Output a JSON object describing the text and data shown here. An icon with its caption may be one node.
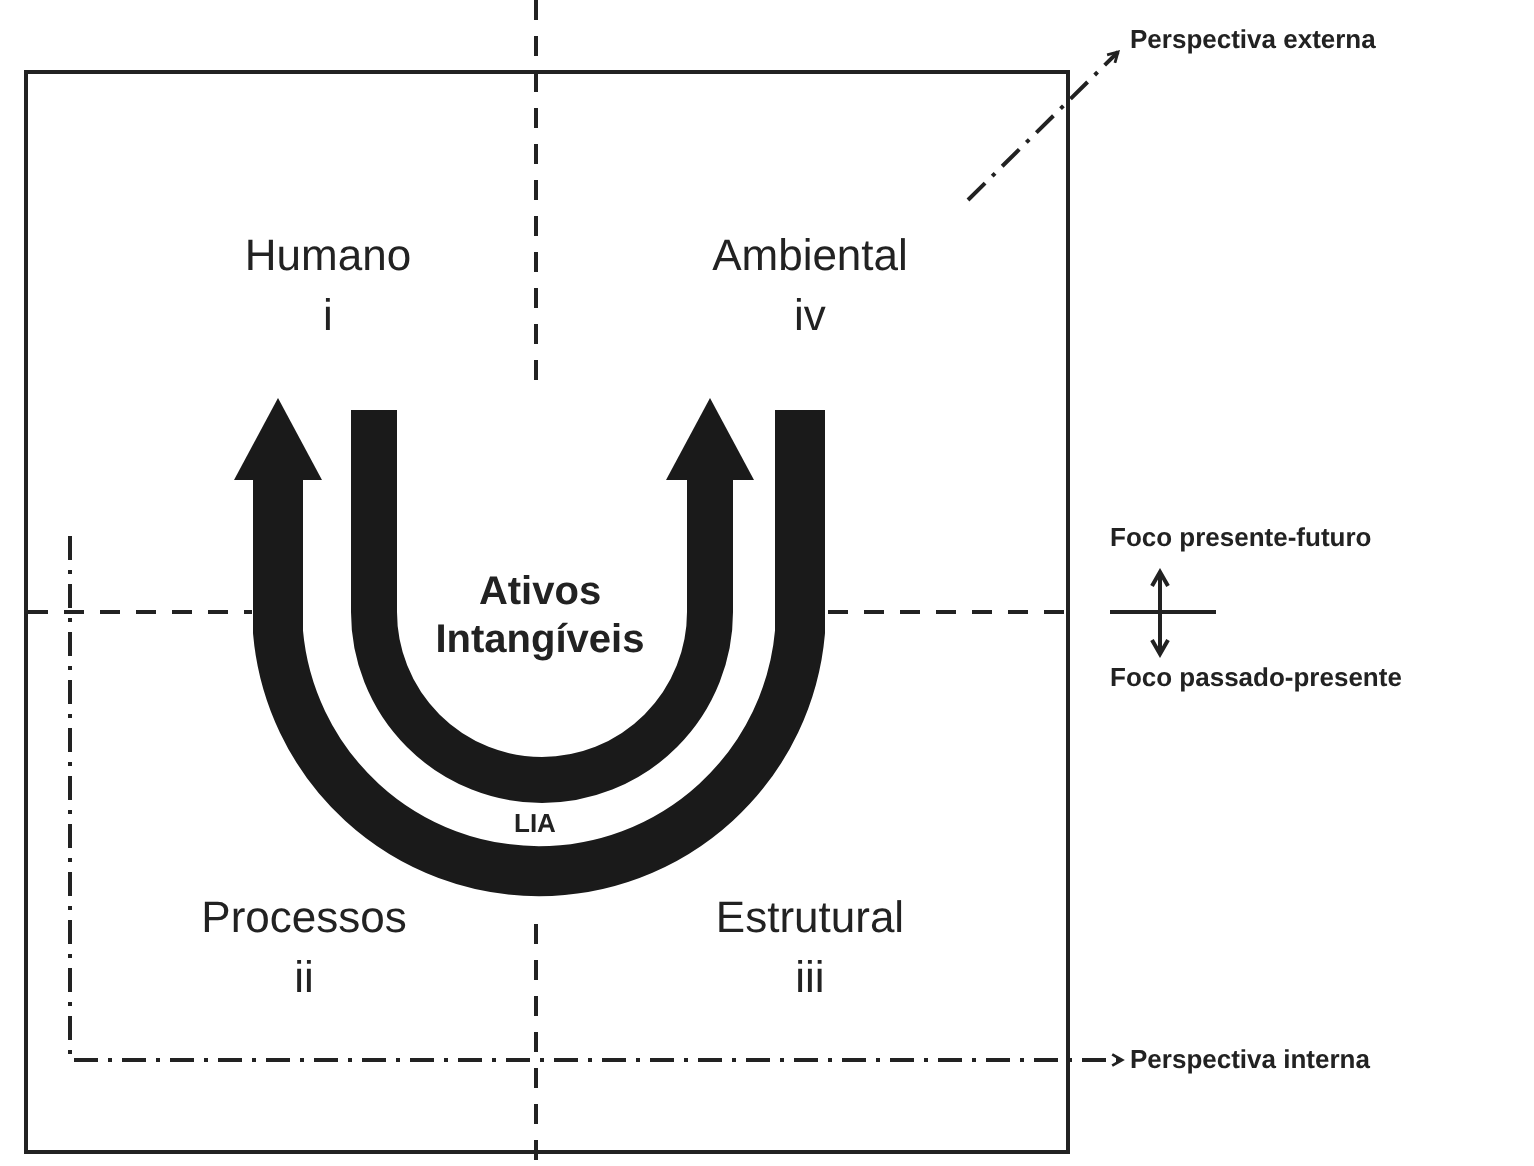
{
  "diagram": {
    "nodes": [
      {
        "text": [],
        "shape": "box"
      },
      {
        "text": [
          "Humano",
          "i"
        ],
        "in": 0
      },
      {
        "text": [
          "Ambiental",
          "iv"
        ],
        "in": 0
      },
      {
        "text": [
          "Processos",
          "ii"
        ],
        "in": 0
      },
      {
        "text": [
          "Estrutural",
          "iii"
        ],
        "in": 0
      },
      {
        "text": [
          "Ativos Intangíveis"
        ],
        "in": 0
      },
      {
        "text": [
          "Perspectiva externa"
        ]
      },
      {
        "text": [
          "Perspectiva interna"
        ]
      }
    ],
    "edges": [
      {
        "from": null,
        "to": 6,
        "arrow": "to",
        "style": "dashed"
      },
      {
        "from": null,
        "to": 7,
        "arrow": "to",
        "style": "dashed"
      }
    ],
    "labels": [
      "LIA",
      "Foco presente-futuro",
      "Foco passado-presente"
    ]
  }
}
